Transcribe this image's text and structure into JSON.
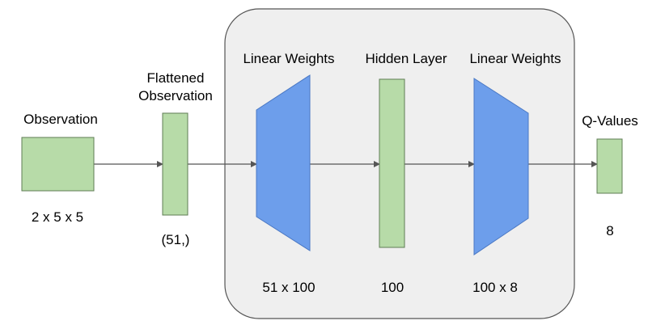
{
  "nodes": {
    "observation": {
      "title": "Observation",
      "shape_label": "2 x 5 x 5"
    },
    "flattened": {
      "title_line1": "Flattened",
      "title_line2": "Observation",
      "shape_label": "(51,)"
    },
    "linear1": {
      "title": "Linear Weights",
      "shape_label": "51 x 100"
    },
    "hidden": {
      "title": "Hidden Layer",
      "shape_label": "100"
    },
    "linear2": {
      "title": "Linear Weights",
      "shape_label": "100 x 8"
    },
    "qvalues": {
      "title": "Q-Values",
      "shape_label": "8"
    }
  },
  "colors": {
    "data_fill": "#b7dba8",
    "data_stroke": "#5f7d55",
    "weights_fill": "#6d9eeb",
    "weights_stroke": "#4a78c4",
    "network_box_fill": "#efefef",
    "network_box_stroke": "#555555",
    "arrow": "#555555"
  }
}
